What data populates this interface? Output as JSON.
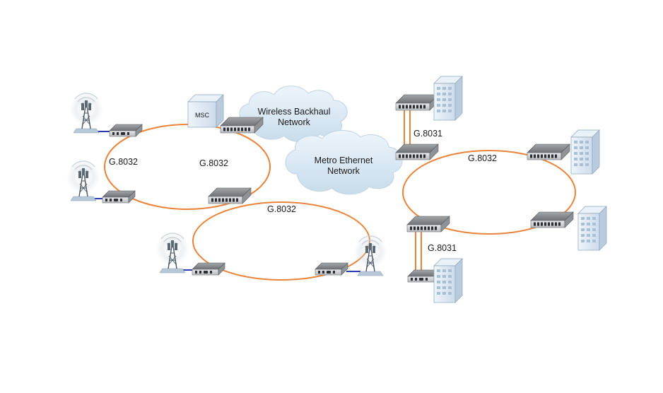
{
  "clouds": {
    "wireless_backhaul": {
      "line1": "Wireless Backhaul",
      "line2": "Network"
    },
    "metro_ethernet": {
      "line1": "Metro Ethernet",
      "line2": "Network"
    }
  },
  "msc_label": "MSC",
  "rings": {
    "left_ring": "G.8032",
    "middle_ring": "G.8032",
    "bottom_ring": "G.8032",
    "right_ring": "G.8032"
  },
  "links": {
    "top_link": "G.8031",
    "bottom_link": "G.8031"
  },
  "colors": {
    "ring": "#e8843c",
    "cloud": "#d9e8f3",
    "switch_top": "#8a8d90",
    "switch_front": "#5f6366",
    "building": "#dfe9f4",
    "tower": "#4a5560",
    "access_line": "#2a3bb0"
  }
}
